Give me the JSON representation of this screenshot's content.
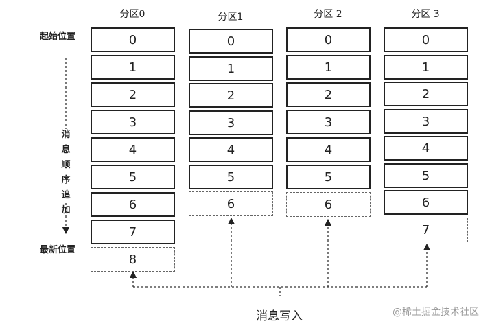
{
  "partitions": [
    {
      "label": "分区0",
      "cells": [
        "0",
        "1",
        "2",
        "3",
        "4",
        "5",
        "6",
        "7"
      ],
      "next": "8"
    },
    {
      "label": "分区1",
      "cells": [
        "0",
        "1",
        "2",
        "3",
        "4",
        "5"
      ],
      "next": "6"
    },
    {
      "label": "分区 2",
      "cells": [
        "0",
        "1",
        "2",
        "3",
        "4",
        "5"
      ],
      "next": "6"
    },
    {
      "label": "分区 3",
      "cells": [
        "0",
        "1",
        "2",
        "3",
        "4",
        "5",
        "6"
      ],
      "next": "7"
    }
  ],
  "labels": {
    "start": "起始位置",
    "latest": "最新位置",
    "order": "消息顺序追加",
    "write": "消息写入"
  },
  "watermark": "@稀土掘金技术社区"
}
